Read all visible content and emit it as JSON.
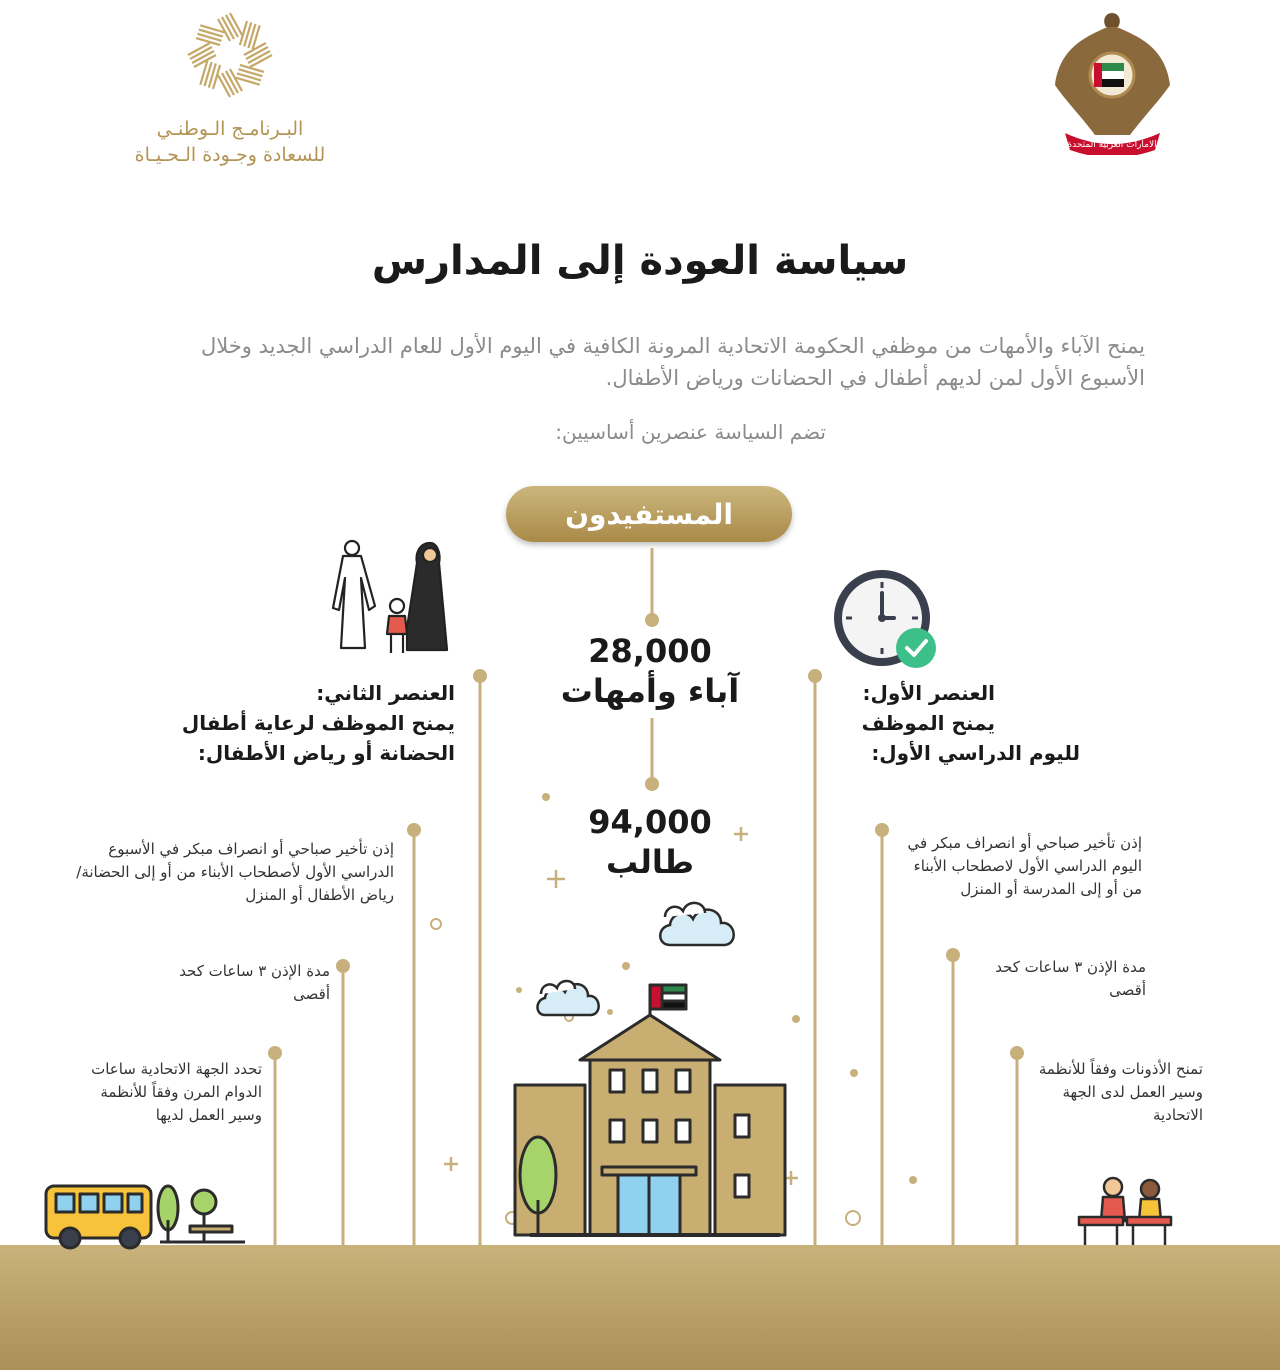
{
  "header": {
    "program_logo": {
      "name_line1": "البـرنامـج الـوطنـي",
      "name_line2": "للسعادة وجـودة الـحـيـاة"
    },
    "emblem_text": "الامارات العربية المتحدة"
  },
  "title": "سياسة العودة إلى المدارس",
  "intro": "يمنح الآباء والأمهات من موظفي الحكومة الاتحادية المرونة الكافية في اليوم الأول للعام الدراسي الجديد وخلال الأسبوع الأول لمن لديهم أطفال في الحضانات ورياض الأطفال.",
  "subhead": "تضم السياسة عنصرين أساسيين:",
  "beneficiaries": {
    "label": "المستفيدون",
    "stat1": {
      "value": "28,000",
      "label": "آباء وأمهات"
    },
    "stat2": {
      "value": "94,000",
      "label": "طالب"
    }
  },
  "element1": {
    "title_line1": "العنصر الأول:",
    "title_line2": "يمنح الموظف",
    "title_line3": "لليوم الدراسي الأول:",
    "items": [
      "إذن تأخير صباحي أو انصراف مبكر في اليوم الدراسي الأول لاصطحاب الأبناء من أو إلى المدرسة أو المنزل",
      "مدة الإذن ٣ ساعات كحد أقصى",
      "تمنح الأذونات وفقاً للأنظمة وسير العمل لدى الجهة الاتحادية"
    ]
  },
  "element2": {
    "title_line1": "العنصر الثاني:",
    "title_line2": "يمنح الموظف لرعاية أطفال",
    "title_line3": "الحضانة أو رياض الأطفال:",
    "items": [
      "إذن تأخير صباحي أو انصراف مبكر في الأسبوع الدراسي الأول لأصطحاب الأبناء من أو إلى الحضانة/ رياض الأطفال أو المنزل",
      "مدة الإذن ٣ ساعات كحد أقصى",
      "تحدد الجهة الاتحادية ساعات الدوام المرن وفقاً للأنظمة وسير العمل لديها"
    ]
  },
  "icons": {
    "clock": "clock-check-icon",
    "family": "family-icon",
    "school": "school-building-icon",
    "bus": "school-bus-icon",
    "students": "students-desk-icon",
    "flag": "uae-flag-icon"
  },
  "colors": {
    "gold": "#b59a5e",
    "ground": "#bca36a",
    "clock_check": "#3dbf8a",
    "school": "#c9ae72"
  }
}
